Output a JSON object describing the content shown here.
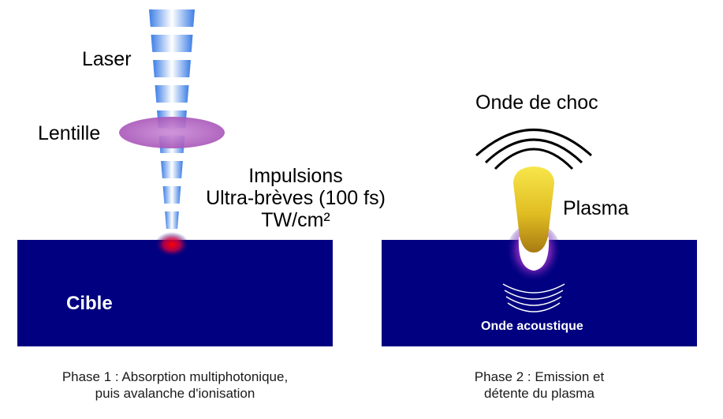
{
  "phase1": {
    "laser_label": "Laser",
    "lens_label": "Lentille",
    "pulse_line1": "Impulsions",
    "pulse_line2": "Ultra-brèves (100 fs)",
    "pulse_line3": "TW/cm²",
    "target_label": "Cible",
    "caption_line1": "Phase 1 : Absorption multiphotonique,",
    "caption_line2": "puis avalanche d'ionisation"
  },
  "phase2": {
    "shockwave_label": "Onde de choc",
    "plasma_label": "Plasma",
    "acoustic_label": "Onde acoustique",
    "caption_line1": "Phase 2 : Emission et",
    "caption_line2": "détente du plasma"
  },
  "colors": {
    "target_fill": "#000080",
    "lens_fill": "#b565c7",
    "beam_blue": "#3d7ee6",
    "hotspot_red": "#ff0000",
    "plasma_yellow": "#f5de3a",
    "plasma_brown": "#b8860b"
  }
}
